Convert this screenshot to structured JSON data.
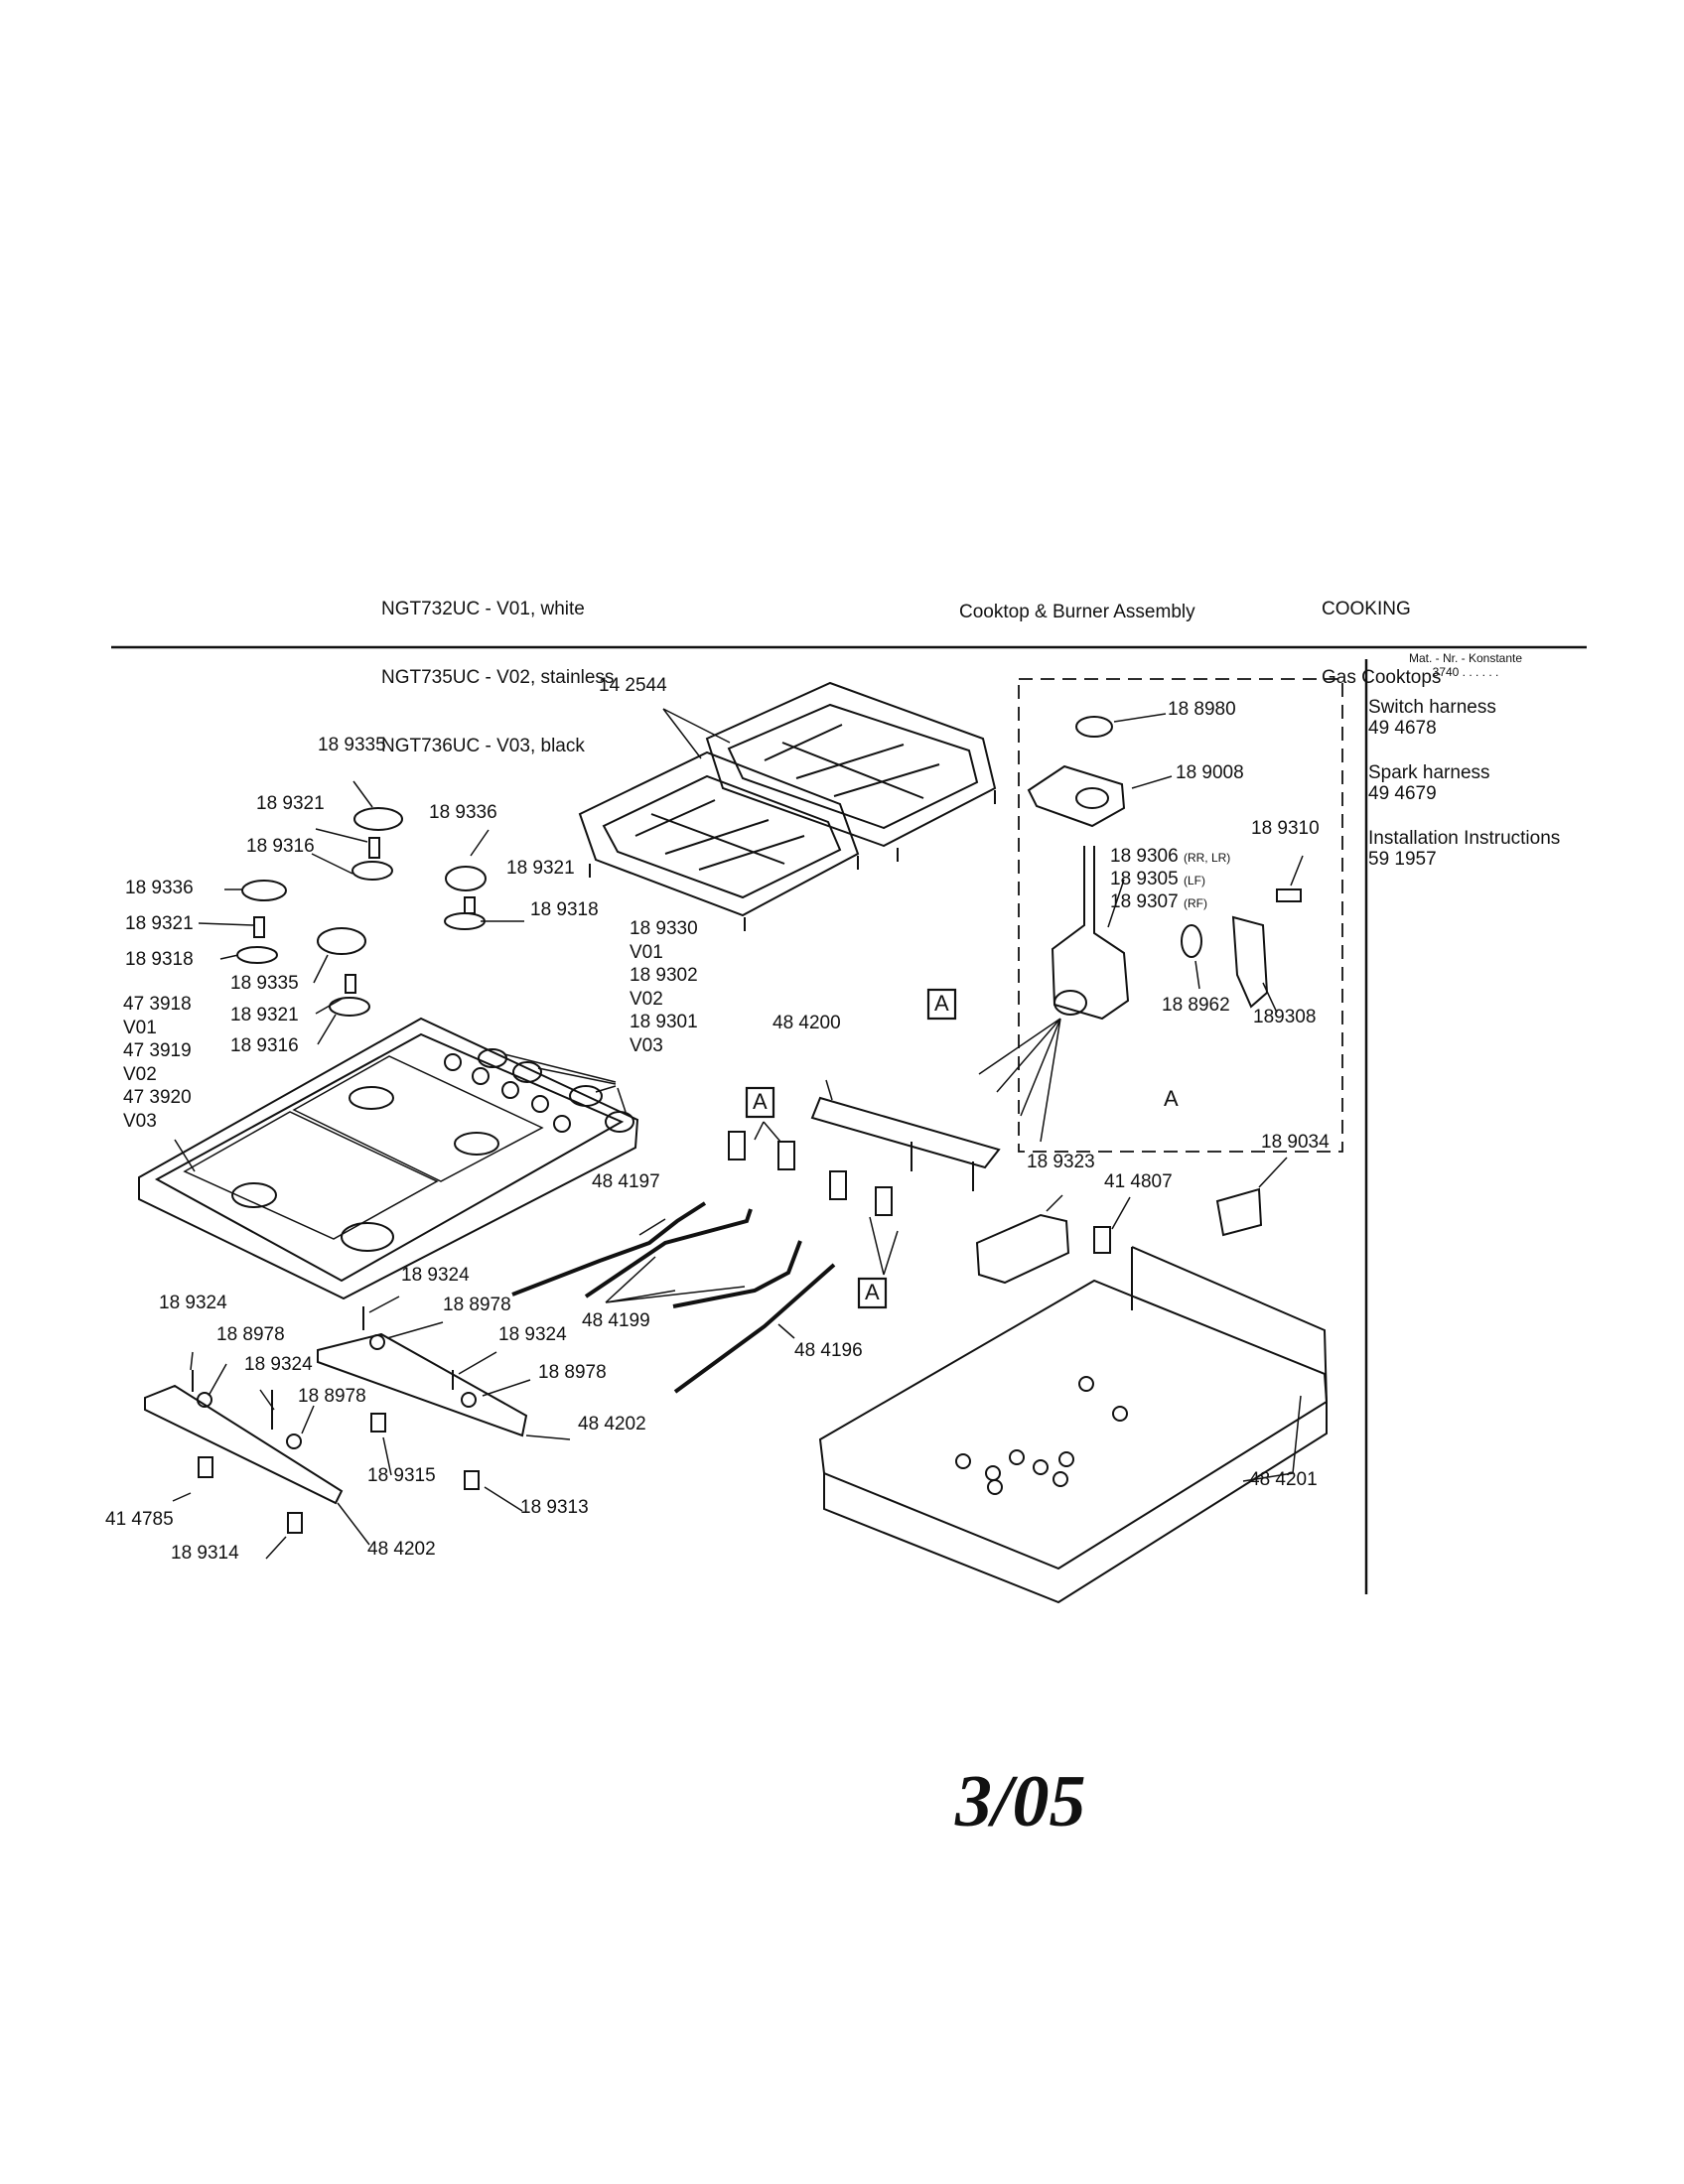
{
  "header": {
    "models": [
      "NGT732UC - V01, white",
      "NGT735UC - V02, stainless",
      "NGT736UC - V03, black"
    ],
    "section_title": "Cooktop & Burner Assembly",
    "category": "COOKING",
    "subcategory": "Gas Cooktops"
  },
  "sidebar": {
    "mat_header": "Mat. - Nr. - Konstante",
    "mat_code": "3740 . .  . . . .",
    "items": [
      {
        "name": "Switch harness",
        "number": "49 4678"
      },
      {
        "name": "Spark harness",
        "number": "49 4679"
      },
      {
        "name": "Installation Instructions",
        "number": "59 1957"
      }
    ]
  },
  "labels": {
    "grates": "14 2544",
    "cap_lg_a": "18 9335",
    "electrode_a": "18 9321",
    "base_a": "18 9316",
    "cap_sm_b": "18 9336",
    "electrode_b": "18 9321",
    "base_b": "18 9318",
    "cap_sm_c": "18 9336",
    "electrode_c": "18 9321",
    "base_c": "18 9318",
    "cap_lg_d": "18 9335",
    "electrode_d": "18 9321",
    "base_d": "18 9316",
    "cooktop": "47 3918\nV01\n47 3919\nV02\n47 3920\nV03",
    "knobs": "18 9330\nV01\n18 9302\nV02\n18 9301\nV03",
    "manifold": "48 4200",
    "tube_a": "48 4197",
    "tubes_b": "48 4199",
    "tube_c": "48 4196",
    "box": "18 9323",
    "clip": "41 4807",
    "spark_module": "18 9034",
    "pan": "48 4201",
    "bracket_r": "48 4202",
    "bracket_l": "48 4202",
    "ignitor_1": "18 9324",
    "nut_1": "18 8978",
    "ignitor_2": "18 9324",
    "nut_2": "18 8978",
    "ignitor_3": "18 9324",
    "nut_3": "18 8978",
    "ignitor_4": "18 9324",
    "nut_4": "18 8978",
    "orifice_a": "18 9315",
    "orifice_b": "18 9313",
    "orifice_c": "41 4785",
    "orifice_d": "18 9314",
    "valve_seal": "18 8980",
    "valve_switch": "18 9008",
    "valve_screw": "18 9310",
    "valve_rr": "18 9306",
    "valve_rr_note": "(RR, LR)",
    "valve_lf": "18 9305",
    "valve_lf_note": "(LF)",
    "valve_rf": "18 9307",
    "valve_rf_note": "(RF)",
    "valve_ring": "18 8962",
    "valve_clamp": "189308",
    "detail_letter": "A",
    "callout_a1": "A",
    "callout_a2": "A",
    "callout_a3": "A"
  },
  "footer": {
    "date": "3/05"
  }
}
